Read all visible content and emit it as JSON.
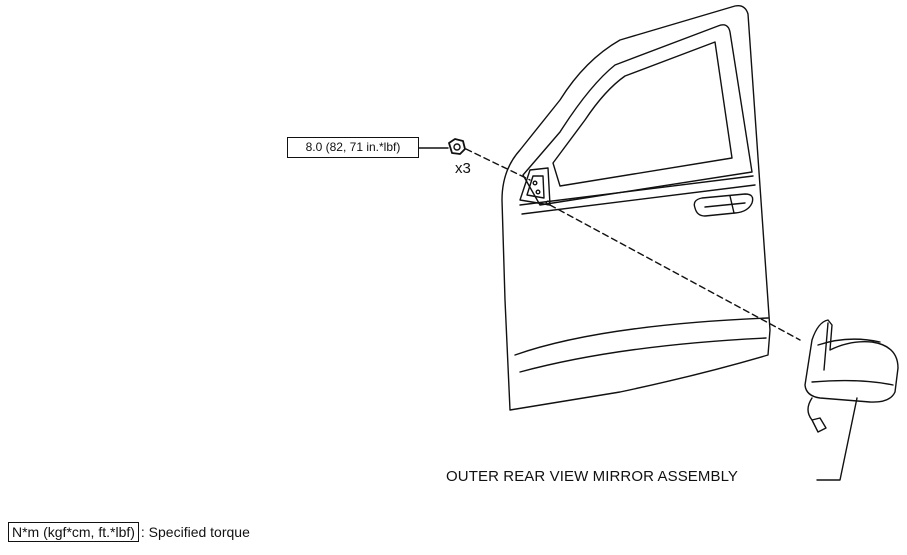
{
  "torque_spec": "8.0 (82, 71 in.*lbf)",
  "quantity": "x3",
  "part_label": "OUTER REAR VIEW MIRROR ASSEMBLY",
  "legend": {
    "unit_box": "N*m (kgf*cm, ft.*lbf)",
    "description": ": Specified torque"
  },
  "colors": {
    "line": "#111111",
    "background": "#ffffff"
  }
}
